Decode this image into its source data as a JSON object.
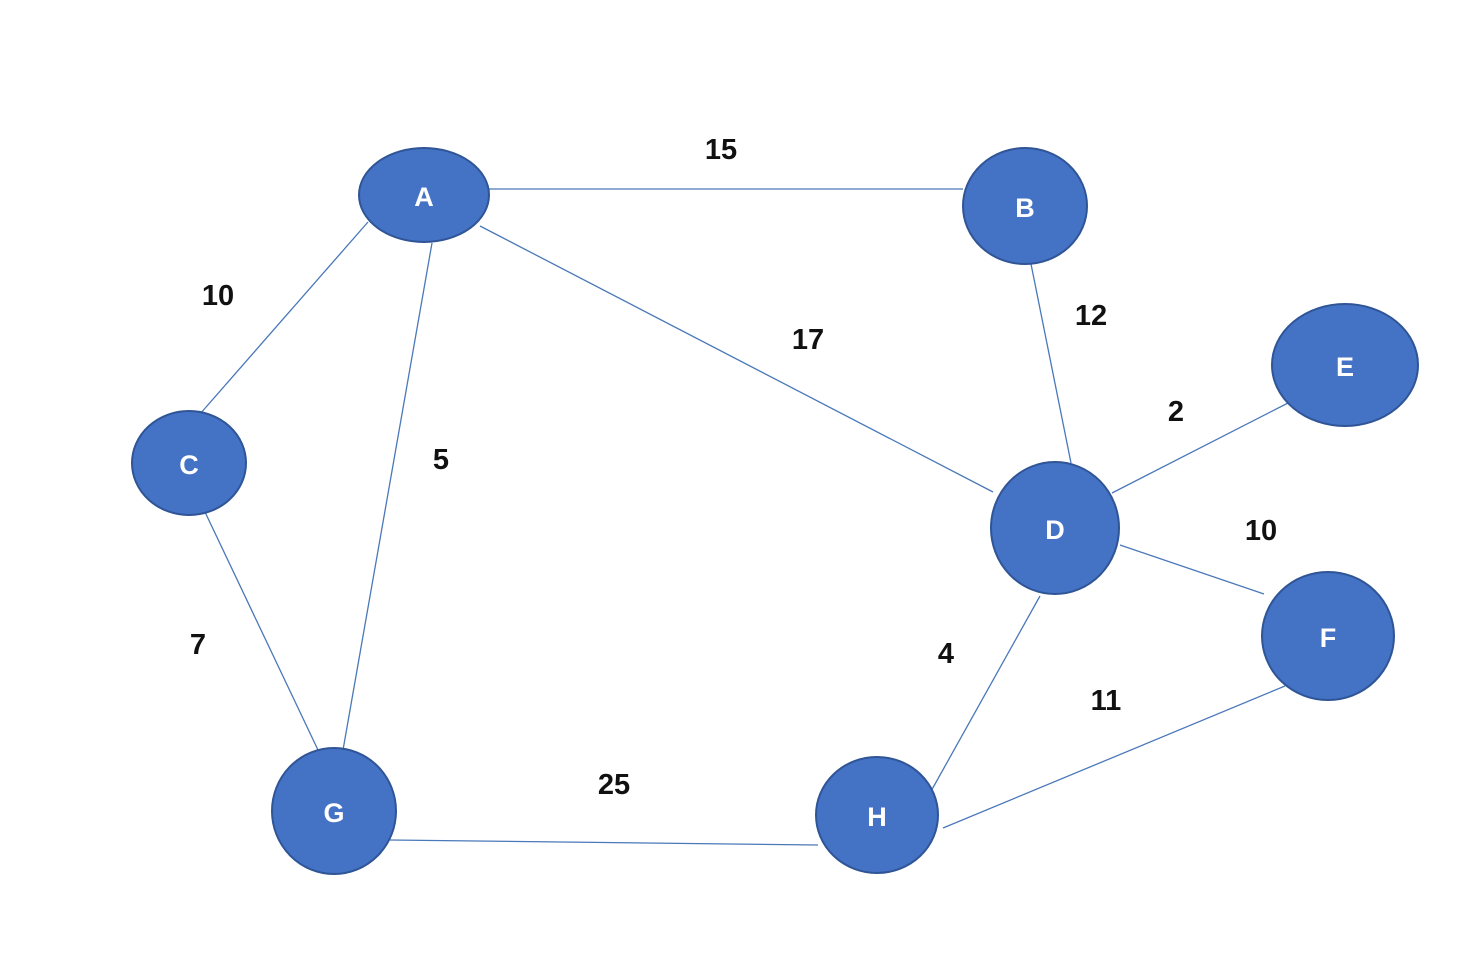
{
  "graph": {
    "nodes": [
      {
        "id": "A",
        "label": "A"
      },
      {
        "id": "B",
        "label": "B"
      },
      {
        "id": "C",
        "label": "C"
      },
      {
        "id": "D",
        "label": "D"
      },
      {
        "id": "E",
        "label": "E"
      },
      {
        "id": "F",
        "label": "F"
      },
      {
        "id": "G",
        "label": "G"
      },
      {
        "id": "H",
        "label": "H"
      }
    ],
    "edges": [
      {
        "from": "A",
        "to": "B",
        "weight": "15"
      },
      {
        "from": "A",
        "to": "C",
        "weight": "10"
      },
      {
        "from": "A",
        "to": "G",
        "weight": "5"
      },
      {
        "from": "A",
        "to": "D",
        "weight": "17"
      },
      {
        "from": "B",
        "to": "D",
        "weight": "12"
      },
      {
        "from": "C",
        "to": "G",
        "weight": "7"
      },
      {
        "from": "D",
        "to": "E",
        "weight": "2"
      },
      {
        "from": "D",
        "to": "F",
        "weight": "10"
      },
      {
        "from": "D",
        "to": "H",
        "weight": "4"
      },
      {
        "from": "G",
        "to": "H",
        "weight": "25"
      },
      {
        "from": "H",
        "to": "F",
        "weight": "11"
      }
    ]
  },
  "colors": {
    "node_fill": "#4472c4",
    "node_stroke": "#2f5597",
    "edge": "#4a78b8",
    "node_text": "#ffffff",
    "weight_text": "#111111"
  }
}
